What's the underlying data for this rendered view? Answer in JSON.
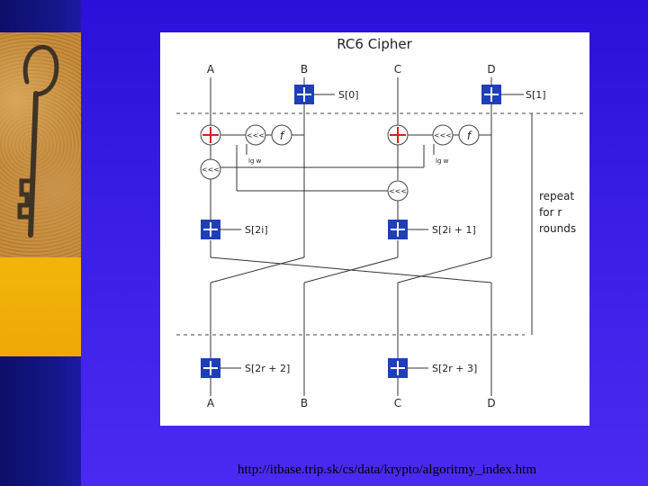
{
  "diagram": {
    "title": "RC6 Cipher",
    "inputs": [
      "A",
      "B",
      "C",
      "D"
    ],
    "outputs": [
      "A",
      "B",
      "C",
      "D"
    ],
    "keys": {
      "s0": "S[0]",
      "s1": "S[1]",
      "s2i": "S[2i]",
      "s2i1": "S[2i + 1]",
      "s2r2": "S[2r + 2]",
      "s2r3": "S[2r + 3]"
    },
    "rot_label": "<<<",
    "f_label": "f",
    "lg_w": "lg w",
    "repeat_label": [
      "repeat",
      "for r",
      "rounds"
    ]
  },
  "footer": {
    "url": "http://itbase.trip.sk/cs/data/krypto/algoritmy_index.htm"
  },
  "colors": {
    "adder_blue": "#1f3fb8",
    "adder_red": "#d32222",
    "background": "#3a1ee6",
    "accent_yellow": "#f2b50a"
  }
}
